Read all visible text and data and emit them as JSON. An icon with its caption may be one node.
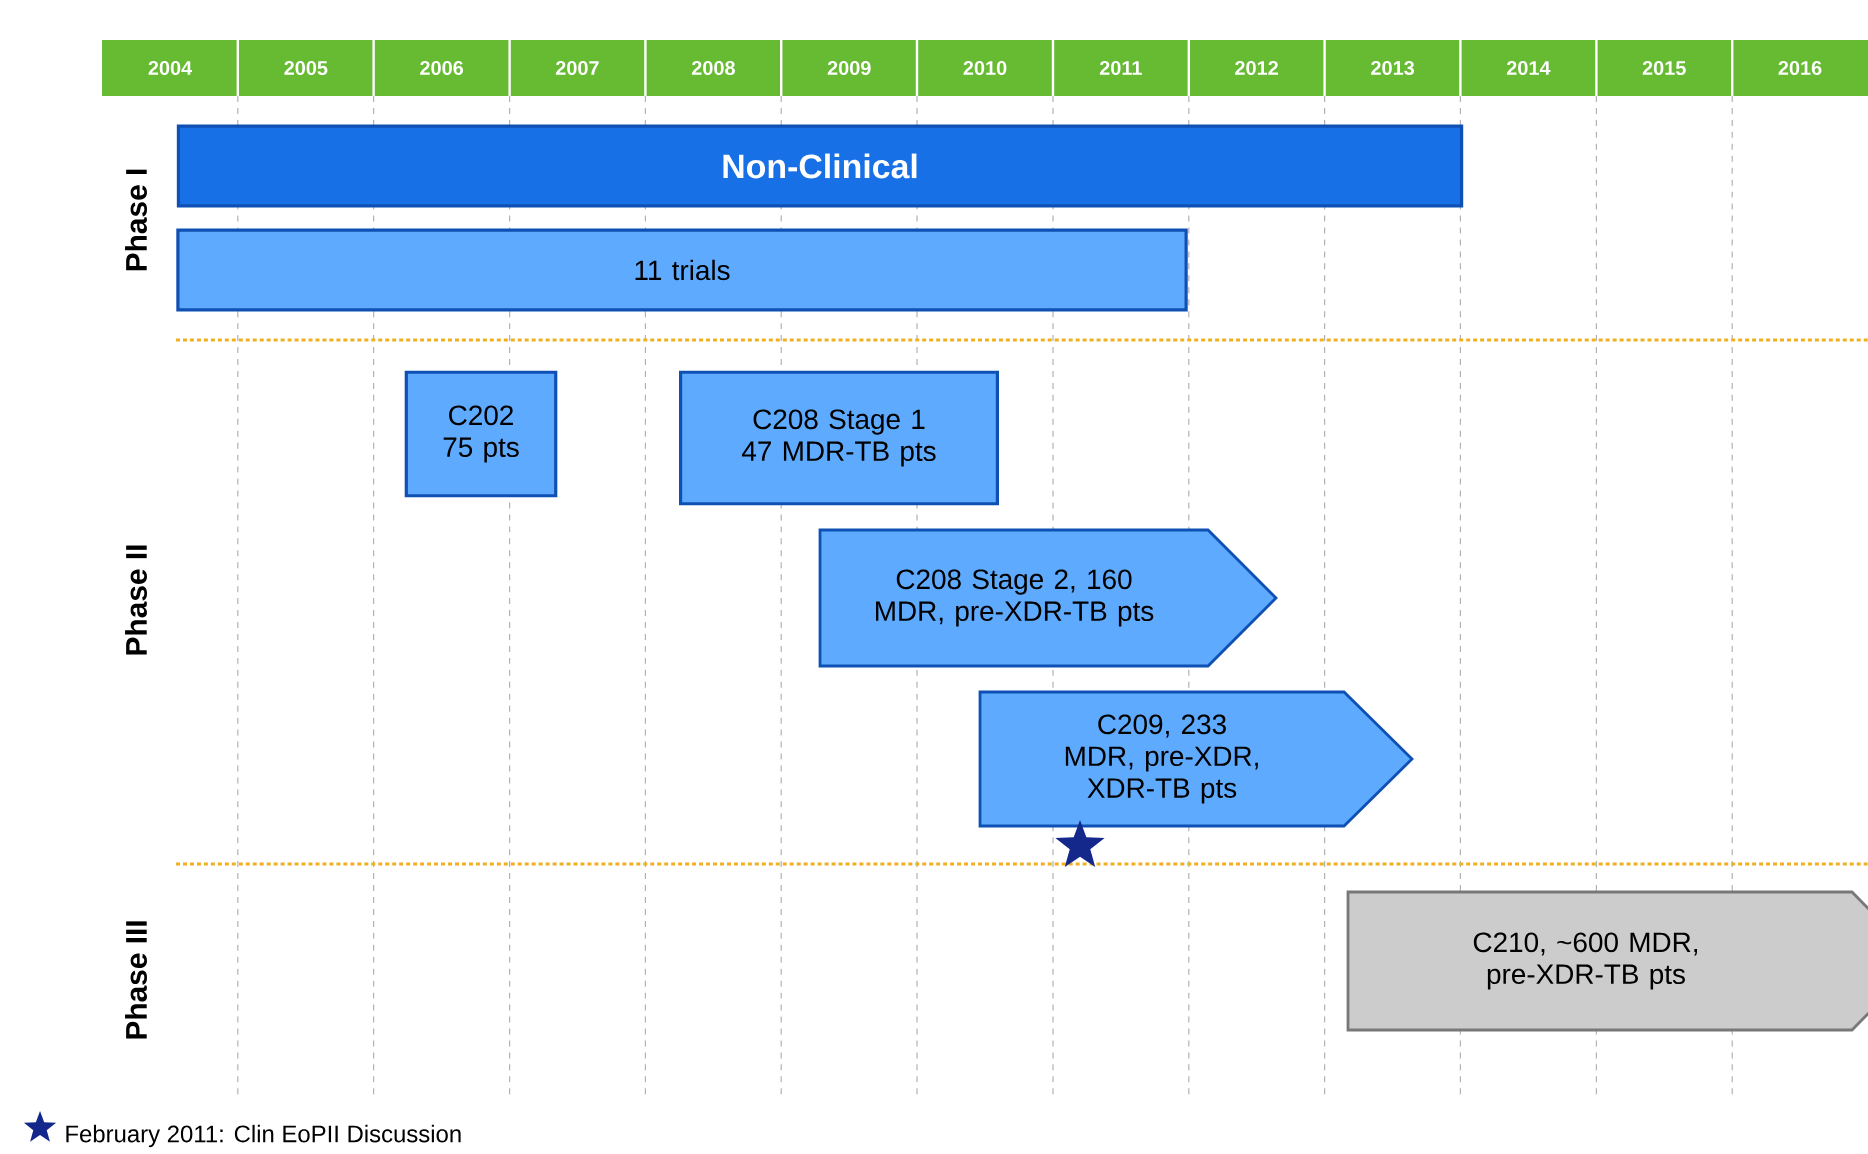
{
  "diagram": {
    "nodes": [
      {
        "text": [
          "Non-Clinical"
        ]
      },
      {
        "text": [
          "11 trials"
        ]
      },
      {
        "text": [
          "C202 75 pts"
        ]
      },
      {
        "text": [
          "C208 Stage 1 47 MDR-TB pts"
        ]
      },
      {
        "text": [
          "C208 Stage 2, 160 MDR, pre-XDR-TB pts"
        ]
      },
      {
        "text": [
          "C209, 233 MDR, pre-XDR, XDR-TB pts"
        ]
      },
      {
        "text": [
          "C210, ~600 MDR, pre-XDR-TB pts"
        ]
      }
    ],
    "edges": [],
    "labels": [
      "2004",
      "2005",
      "2006",
      "2007",
      "2008",
      "2009",
      "2010",
      "2011",
      "2012",
      "2013",
      "2014",
      "2015",
      "2016",
      "Phase I",
      "Phase II",
      "Phase III"
    ],
    "legend": [
      {
        "text": "February 2011: Clin EoPII Discussion"
      }
    ]
  }
}
